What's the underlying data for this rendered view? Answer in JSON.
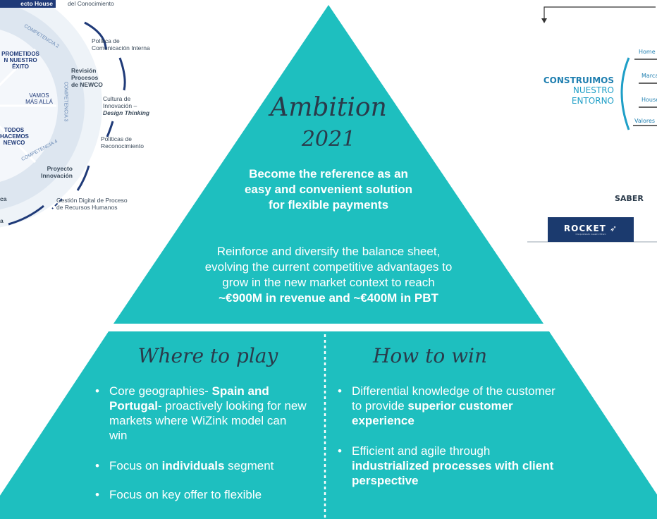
{
  "left_diagram": {
    "header_tab": "ecto House",
    "top_label": "del Conocimiento",
    "items": [
      {
        "label": "Política de Comunicación Interna"
      },
      {
        "label": "Revisión Procesos de NEWCO"
      },
      {
        "label": "Cultura de Innovación –",
        "emph": "Design Thinking"
      },
      {
        "label": "Políticas de Reconocimiento"
      },
      {
        "label": "Proyecto Innovación"
      },
      {
        "label": "Gestión Digital de Proceso de Recursos Humanos"
      }
    ],
    "wheel_labels": [
      "PROMETIDOS",
      "N NUESTRO",
      "ÉXITO",
      "VAMOS",
      "MÁS ALLÁ",
      "TODOS",
      "HACEMOS",
      "NEWCO"
    ],
    "competencias": [
      "COMPETENCIA 2",
      "COMPETENCIA 3",
      "COMPETENCIA 4"
    ],
    "bottom_fragments": [
      "ca",
      "a"
    ]
  },
  "right_diagram": {
    "title_lines": [
      "CONSTRUIMOS",
      "NUESTRO",
      "ENTORNO"
    ],
    "branches": [
      "Home",
      "Marca",
      "House",
      "Valores"
    ],
    "saber": "SABER",
    "rocket_logo": "ROCKET",
    "rocket_tagline": "Conquistando nuestro futuro"
  },
  "pyramid": {
    "colors": {
      "fill": "#1ebfbf",
      "script": "#2a3a4a",
      "text": "#ffffff"
    },
    "ambition": {
      "title": "Ambition",
      "year": "2021",
      "headline": [
        "Become the reference as an",
        "easy and convenient solution",
        "for flexible payments"
      ],
      "body": [
        "Reinforce and diversify the balance sheet,",
        "evolving the current competitive advantages to",
        "grow in the new market context to reach"
      ],
      "body_bold": "~€900M in revenue and ~€400M in PBT"
    },
    "where_to_play": {
      "title": "Where to play",
      "bullets": [
        {
          "pre": "Core geographies- ",
          "bold": "Spain and Portugal",
          "post": "- proactively looking for new markets where WiZink model can win"
        },
        {
          "pre": "Focus on ",
          "bold": "individuals",
          "post": " segment"
        },
        {
          "pre": "Focus on key offer to flexible",
          "bold": "",
          "post": ""
        }
      ]
    },
    "how_to_win": {
      "title": "How to win",
      "bullets": [
        {
          "pre": "Differential knowledge of the customer to provide ",
          "bold": "superior customer experience",
          "post": ""
        },
        {
          "pre": "Efficient and agile through ",
          "bold": "industrialized processes with client perspective",
          "post": ""
        }
      ]
    }
  }
}
